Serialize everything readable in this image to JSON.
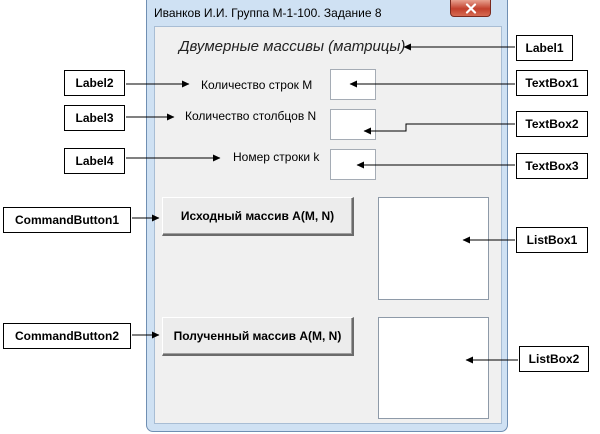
{
  "window": {
    "title": "Иванков И.И. Группа М-1-100. Задание 8"
  },
  "form": {
    "heading": "Двумерные массивы (матрицы)",
    "label_rows": "Количество строк  M",
    "label_cols": "Количество столбцов N",
    "label_row_k": "Номер строки k",
    "textbox1_value": "",
    "textbox2_value": "",
    "textbox3_value": "",
    "button1_label": "Исходный массив A(M, N)",
    "button2_label": "Полученный массив A(M, N)"
  },
  "callouts": {
    "label1": "Label1",
    "label2": "Label2",
    "label3": "Label3",
    "label4": "Label4",
    "textbox1": "TextBox1",
    "textbox2": "TextBox2",
    "textbox3": "TextBox3",
    "commandbutton1": "CommandButton1",
    "commandbutton2": "CommandButton2",
    "listbox1": "ListBox1",
    "listbox2": "ListBox2"
  },
  "icons": {
    "close": "close-icon",
    "arrow": "arrow-icon"
  },
  "colors": {
    "title_bar": "#cfe1f3",
    "close_button": "#c2402c",
    "form_background": "#f0f0f0"
  }
}
